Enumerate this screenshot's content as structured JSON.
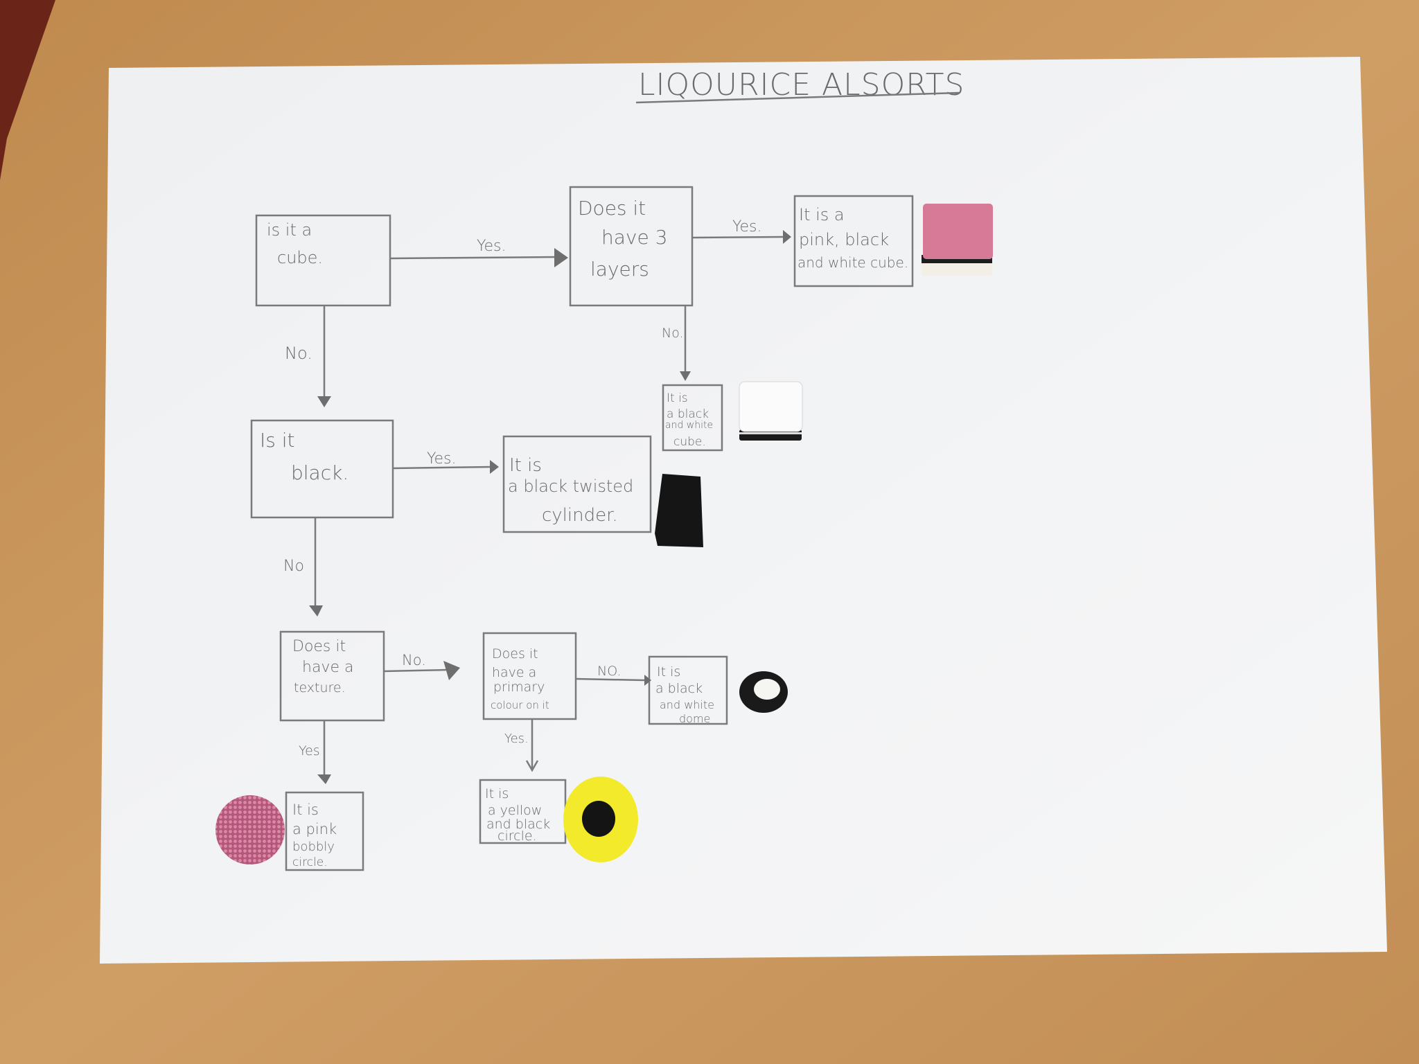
{
  "title": "LIQOURICE ALSORTS",
  "nodes": {
    "cube_q": [
      "is it a",
      "cube."
    ],
    "layers_q": [
      "Does it",
      "have 3",
      "layers"
    ],
    "pink_cube": [
      "It is a",
      "pink, black",
      "and white cube."
    ],
    "bw_cube": [
      "It is",
      "a black",
      "and white",
      "cube."
    ],
    "black_q": [
      "Is it",
      "black."
    ],
    "twisted": [
      "It is",
      "a black twisted",
      "cylinder."
    ],
    "texture_q": [
      "Does it",
      "have a",
      "texture."
    ],
    "primary_q": [
      "Does it",
      "have a",
      "primary",
      "colour on it"
    ],
    "dome": [
      "It is",
      "a black",
      "and white",
      "dome"
    ],
    "bobbly": [
      "It is",
      "a pink",
      "bobbly",
      "circle."
    ],
    "yellow": [
      "It is",
      "a yellow",
      "and black",
      "circle."
    ]
  },
  "edges": {
    "cube_yes": "Yes.",
    "layers_yes": "Yes.",
    "layers_no": "No.",
    "cube_no": "No.",
    "black_yes": "Yes.",
    "black_no": "No",
    "texture_no": "No.",
    "primary_no": "NO.",
    "texture_yes": "Yes",
    "primary_yes": "Yes."
  },
  "colors": {
    "table": "#c9955a",
    "paper": "#f2f3f4",
    "pink": "#d77a98",
    "yellow": "#f2ea2a"
  }
}
